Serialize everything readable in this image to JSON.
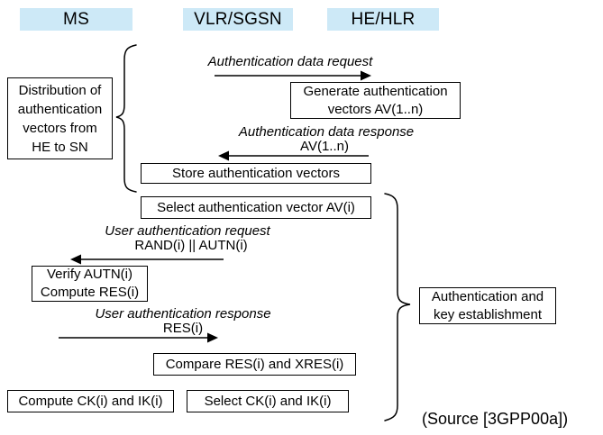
{
  "diagram": {
    "actors": [
      {
        "label": "MS"
      },
      {
        "label": "VLR/SGSN"
      },
      {
        "label": "HE/HLR"
      }
    ],
    "messages": [
      {
        "label": "Authentication data request",
        "from": "VLR/SGSN",
        "to": "HE/HLR",
        "arrow_direction": "right"
      },
      {
        "label": "Authentication data response",
        "sublabel": "AV(1..n)",
        "from": "HE/HLR",
        "to": "VLR/SGSN",
        "arrow_direction": "left"
      },
      {
        "label": "User authentication request",
        "sublabel": "RAND(i) || AUTN(i)",
        "from": "VLR/SGSN",
        "to": "MS",
        "arrow_direction": "left"
      },
      {
        "label": "User authentication response",
        "sublabel": "RES(i)",
        "from": "MS",
        "to": "VLR/SGSN",
        "arrow_direction": "right"
      }
    ],
    "process_boxes": [
      {
        "label": "Generate authentication\nvectors AV(1..n)"
      },
      {
        "label": "Store authentication vectors"
      },
      {
        "label": "Select authentication vector AV(i)"
      },
      {
        "label": "Verify AUTN(i)\nCompute RES(i)"
      },
      {
        "label": "Compare RES(i) and XRES(i)"
      },
      {
        "label": "Compute CK(i) and IK(i)"
      },
      {
        "label": "Select CK(i) and IK(i)"
      }
    ],
    "annotations": [
      {
        "label": "Distribution of\nauthentication\nvectors from\nHE to SN"
      },
      {
        "label": "Authentication and\nkey establishment"
      }
    ],
    "source_note": "(Source [3GPP00a])",
    "colors": {
      "actor_bg": "#CDE9F7",
      "line": "#000000",
      "box_border": "#000000",
      "text": "#000000",
      "background": "#FFFFFF"
    }
  }
}
